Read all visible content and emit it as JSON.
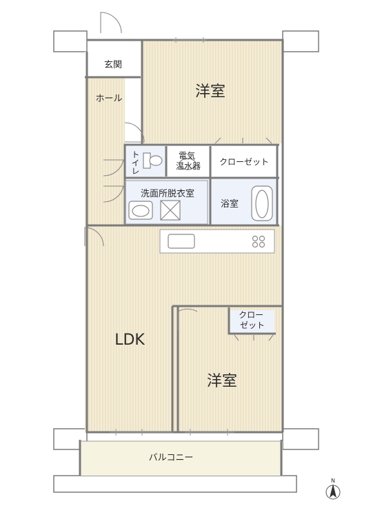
{
  "rooms": {
    "entrance": "玄関",
    "hall": "ホール",
    "western_top": "洋室",
    "toilet": "トイレ",
    "water_heater": "電気温水器",
    "closet_top": "クローゼット",
    "washroom": "洗面所脱衣室",
    "bath": "浴室",
    "ldk": "LDK",
    "closet_bottom": "クローゼット",
    "western_bottom": "洋室",
    "balcony": "バルコニー"
  },
  "compass": {
    "north": "N"
  },
  "colors": {
    "wall": "#7a7a7a",
    "floor": "#f4ecd6",
    "floor_stripe": "#ece1c4",
    "wet": "#eef2fb",
    "balcony": "#f6f3e0",
    "fixture": "#888888"
  }
}
